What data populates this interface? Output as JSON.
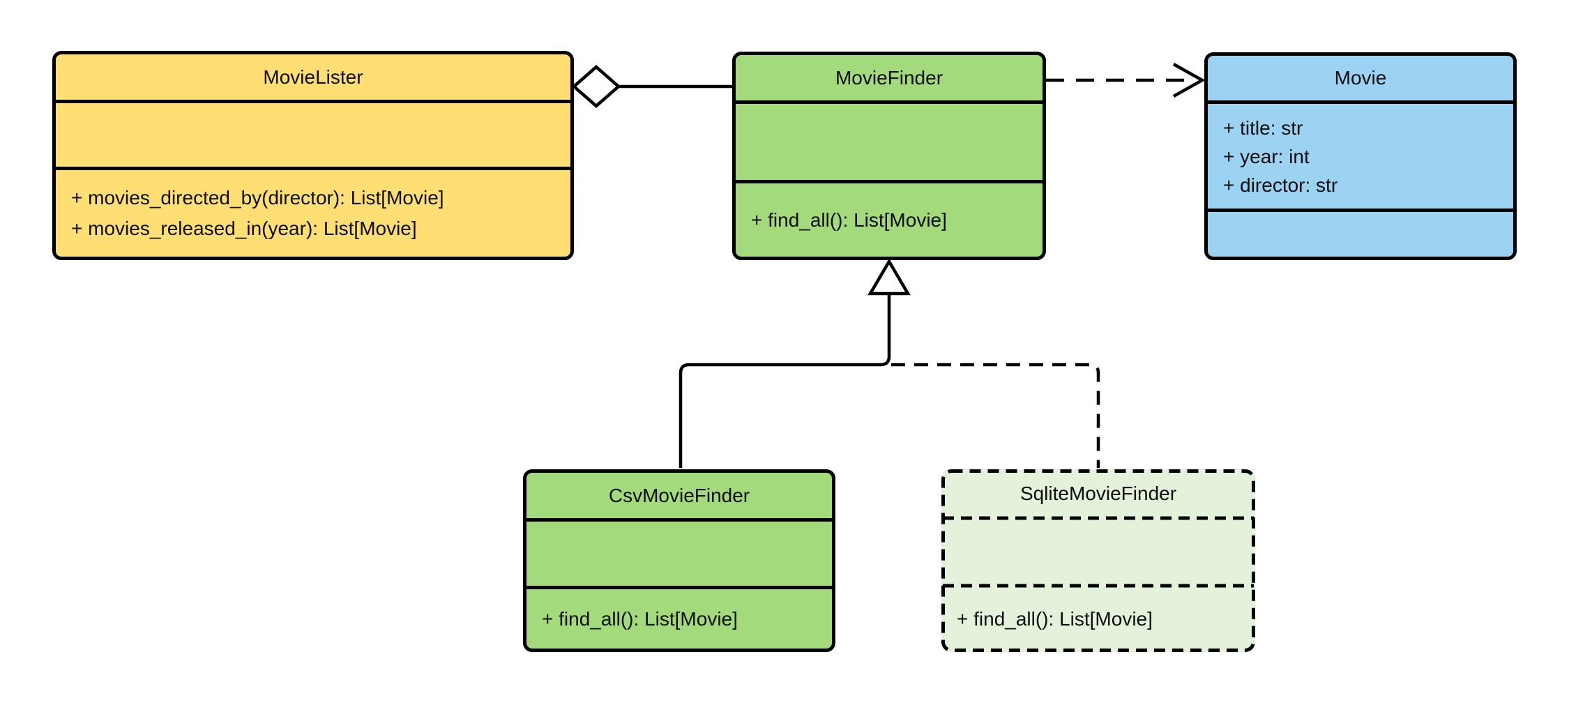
{
  "diagram": {
    "type": "uml-class-diagram",
    "background_color": "#ffffff",
    "stroke_color": "#000000",
    "classes": {
      "movie_lister": {
        "name": "MovieLister",
        "attributes": [],
        "methods": [
          "+ movies_directed_by(director): List[Movie]",
          "+ movies_released_in(year): List[Movie]"
        ],
        "fill": "#FFDE73",
        "border_style": "solid"
      },
      "movie_finder": {
        "name": "MovieFinder",
        "attributes": [],
        "methods": [
          "+ find_all(): List[Movie]"
        ],
        "fill": "#A2DA7C",
        "border_style": "solid"
      },
      "movie": {
        "name": "Movie",
        "attributes": [
          "+ title: str",
          "+ year: int",
          "+ director: str"
        ],
        "methods": [],
        "fill": "#9CD3F2",
        "border_style": "solid"
      },
      "csv_movie_finder": {
        "name": "CsvMovieFinder",
        "attributes": [],
        "methods": [
          "+ find_all(): List[Movie]"
        ],
        "fill": "#A2DA7C",
        "border_style": "solid"
      },
      "sqlite_movie_finder": {
        "name": "SqliteMovieFinder",
        "attributes": [],
        "methods": [
          "+ find_all(): List[Movie]"
        ],
        "fill": "#E4F2DB",
        "border_style": "dashed"
      }
    },
    "relationships": [
      {
        "type": "aggregation",
        "from": "MovieLister",
        "to": "MovieFinder",
        "line": "solid",
        "marker": "hollow-diamond-at-source"
      },
      {
        "type": "dependency",
        "from": "MovieFinder",
        "to": "Movie",
        "line": "dashed",
        "marker": "open-arrow-at-target"
      },
      {
        "type": "generalization",
        "from": "CsvMovieFinder",
        "to": "MovieFinder",
        "line": "solid",
        "marker": "hollow-triangle-at-target"
      },
      {
        "type": "generalization",
        "from": "SqliteMovieFinder",
        "to": "MovieFinder",
        "line": "dashed",
        "marker": "hollow-triangle-at-target"
      }
    ]
  }
}
